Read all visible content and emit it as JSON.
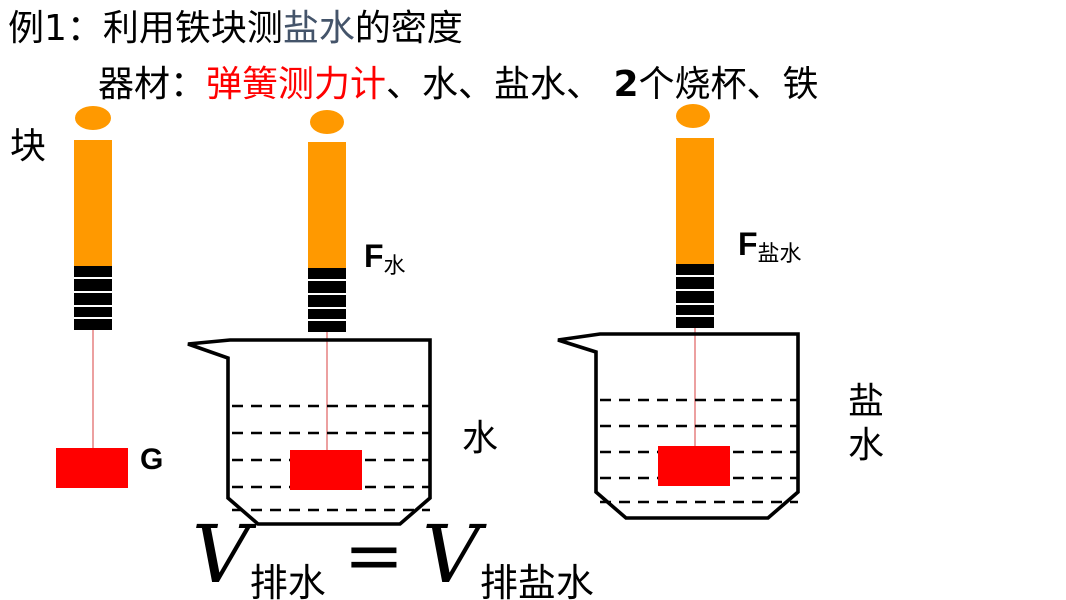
{
  "title": {
    "prefix": "例1：利用铁块测",
    "highlight": "盐水",
    "suffix": "的密度"
  },
  "equipment": {
    "label": "器材：",
    "highlight": "弹簧测力计",
    "part1": "、水、盐水、 ",
    "count": "2",
    "part2": "个烧杯、铁",
    "continuation": "块"
  },
  "labels": {
    "g": "G",
    "f_water_main": "F",
    "f_water_sub": "水",
    "f_brine_main": "F",
    "f_brine_sub": "盐水",
    "water": "水",
    "brine": "盐水"
  },
  "formula": {
    "left_var": "V",
    "left_sub": "排水",
    "equals": "=",
    "right_var": "V",
    "right_sub": "排盐水"
  },
  "colors": {
    "spring_body": "#ff9900",
    "spring_hook": "#000000",
    "block": "#ff0000",
    "string": "#e06060",
    "beaker": "#000000",
    "title_highlight": "#44546a",
    "equipment_highlight": "#ff0000"
  }
}
